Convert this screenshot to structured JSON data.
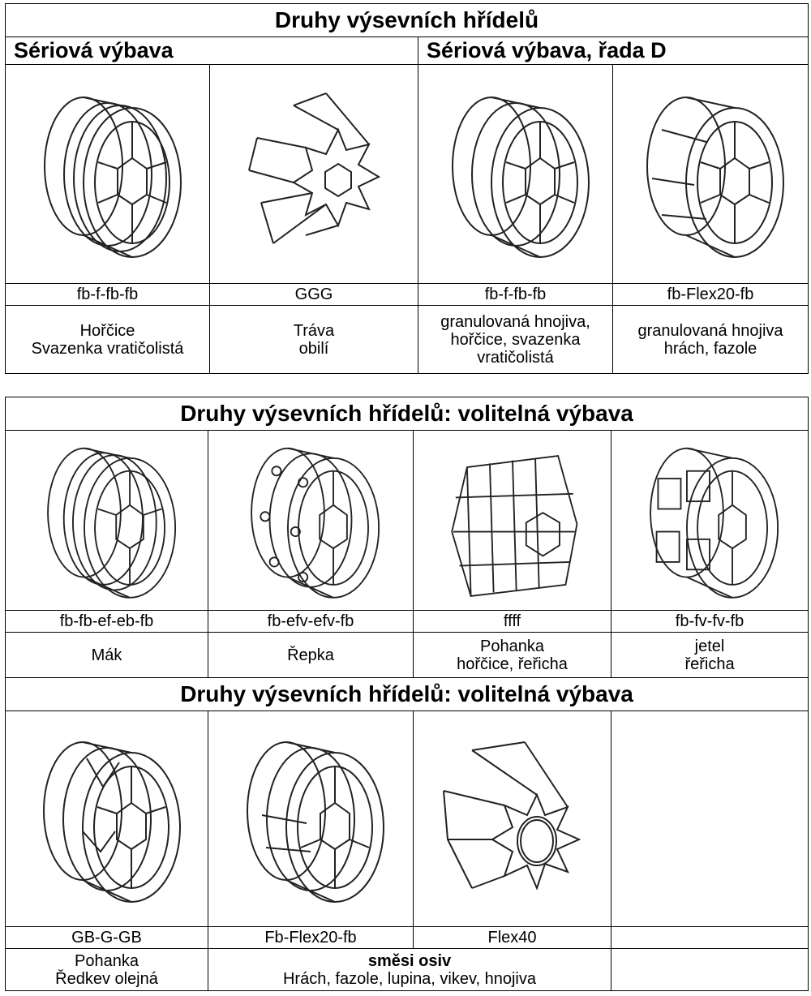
{
  "table1": {
    "title": "Druhy výsevních hřídelů",
    "section_left": "Sériová výbava",
    "section_right": "Sériová výbava, řada D",
    "shafts": [
      {
        "code": "fb-f-fb-fb",
        "icon": "roller-ringed-icon",
        "use": [
          "Hořčice",
          "Svazenka vratičolistá"
        ]
      },
      {
        "code": "GGG",
        "icon": "roller-star-icon",
        "use": [
          "Tráva",
          "obilí"
        ]
      },
      {
        "code": "fb-f-fb-fb",
        "icon": "roller-ringed-icon",
        "use": [
          "granulovaná hnojiva,",
          "hořčice, svazenka",
          "vratičolistá"
        ]
      },
      {
        "code": "fb-Flex20-fb",
        "icon": "roller-flex-icon",
        "use": [
          "granulovaná hnojiva",
          "hrách, fazole"
        ]
      }
    ]
  },
  "table2": {
    "title_a": "Druhy výsevních hřídelů: volitelná výbava",
    "shafts_a": [
      {
        "code": "fb-fb-ef-eb-fb",
        "icon": "roller-ringed-icon",
        "use": [
          "Mák"
        ]
      },
      {
        "code": "fb-efv-efv-fb",
        "icon": "roller-holes-icon",
        "use": [
          "Řepka"
        ]
      },
      {
        "code": "ffff",
        "icon": "roller-gear-icon",
        "use": [
          "Pohanka",
          "hořčice, řeřicha"
        ]
      },
      {
        "code": "fb-fv-fv-fb",
        "icon": "roller-block-icon",
        "use": [
          "jetel",
          "řeřicha"
        ]
      }
    ],
    "title_b": "Druhy výsevních hřídelů: volitelná výbava",
    "shafts_b": [
      {
        "code": "GB-G-GB",
        "icon": "roller-fluted-icon",
        "use": [
          "Pohanka",
          "Ředkev olejná"
        ]
      },
      {
        "code": "Fb-Flex20-fb",
        "icon": "roller-flex-icon"
      },
      {
        "code": "Flex40",
        "icon": "roller-star-icon"
      }
    ],
    "mix": {
      "heading": "směsi osiv",
      "text": "Hrách, fazole, lupina, vikev, hnojiva"
    }
  }
}
